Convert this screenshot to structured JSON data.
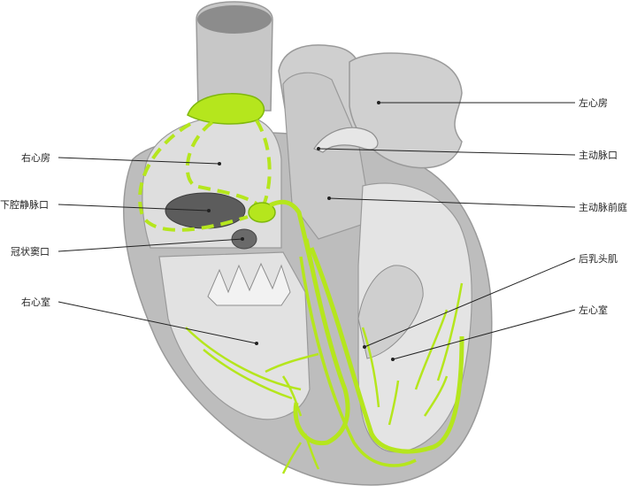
{
  "labels": {
    "right_atrium": "右心房",
    "ivc_opening": "下腔静脉口",
    "coronary_sinus_opening": "冠状窦口",
    "right_ventricle": "右心室",
    "left_atrium": "左心房",
    "aortic_orifice": "主动脉口",
    "aortic_vestibule": "主动脉前庭",
    "posterior_papillary_muscle": "后乳头肌",
    "left_ventricle": "左心室"
  },
  "colors": {
    "conduction_green": "#b5e61d",
    "conduction_outline": "#7fb80e",
    "tissue_light": "#dcdcdc",
    "tissue_mid": "#c4c4c4",
    "tissue_dark": "#8a8a8a",
    "opening_dark": "#555555"
  }
}
